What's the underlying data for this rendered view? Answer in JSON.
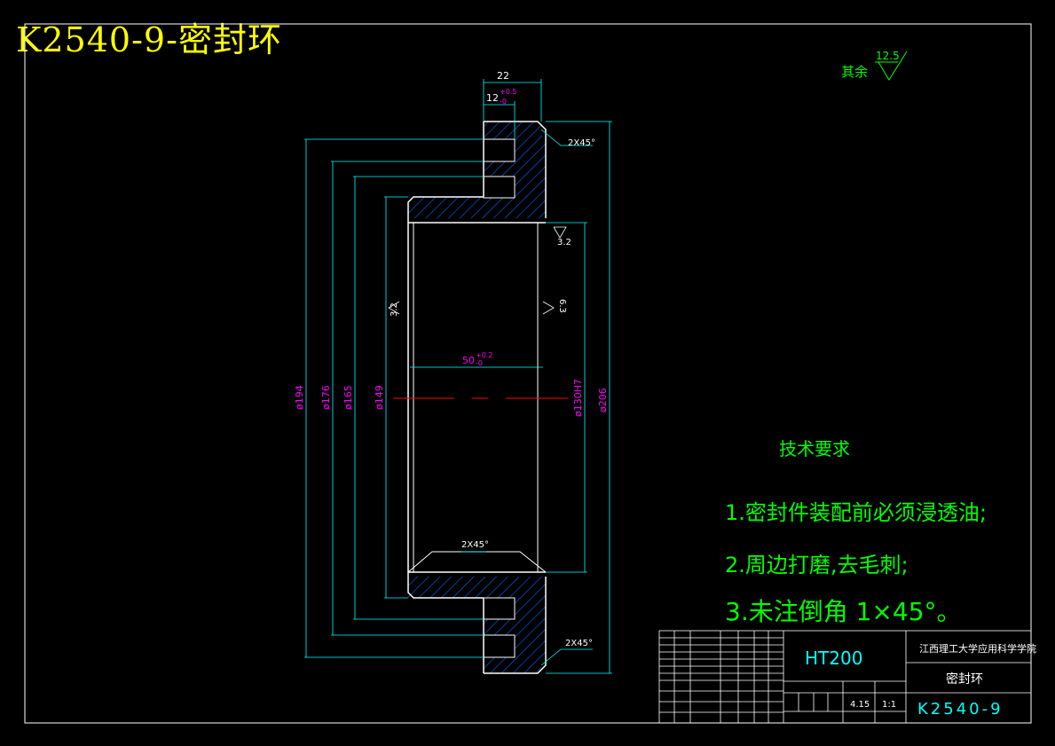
{
  "drawing_title": "K2540-9-密封环",
  "surface_note": {
    "label": "其余",
    "roughness": "12.5"
  },
  "dimensions": {
    "width_total": "22",
    "groove_width": "12",
    "groove_tol_upper": "+0.5",
    "groove_tol_lower": "-0",
    "bore_length": "50",
    "bore_tol_upper": "+0.2",
    "bore_tol_lower": "-0",
    "chamfer_top": "2X45°",
    "chamfer_inner": "2X45°",
    "chamfer_bottom": "2X45°",
    "d194": "ø194",
    "d176": "ø176",
    "d165": "ø165",
    "d149": "ø149",
    "d130": "ø130H7",
    "d206": "ø206",
    "rough_bore": "3.2",
    "rough_left": "3.2",
    "rough_right": "6.3"
  },
  "requirements": {
    "title": "技术要求",
    "items": [
      "1.密封件装配前必须浸透油;",
      "2.周边打磨,去毛刺;",
      "3.未注倒角 1×45°。"
    ]
  },
  "title_block": {
    "material": "HT200",
    "school": "江西理工大学应用科学学院",
    "part_name": "密封环",
    "drawing_no": "K2540-9",
    "weight": "4.15",
    "scale": "1:1"
  },
  "colors": {
    "background": "#000000",
    "outline": "#ffffff",
    "dimension": "#00ffff",
    "dimension_text": "#ff00ff",
    "hatch": "#0066ff",
    "centerline": "#ff0000",
    "text_green": "#00ff00",
    "title_yellow": "#ffff00"
  }
}
